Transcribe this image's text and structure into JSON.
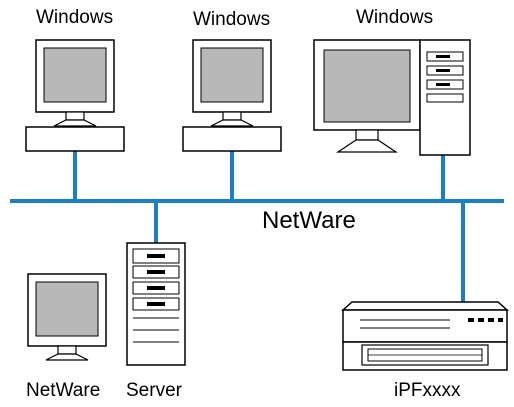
{
  "labels": {
    "ws1": "Windows",
    "ws2": "Windows",
    "ws3": "Windows",
    "network": "NetWare",
    "netware_client": "NetWare",
    "server": "Server",
    "printer": "iPFxxxx"
  },
  "colors": {
    "network_line": "#1a7fc4",
    "screen": "#b8b8b8",
    "outline": "#000000",
    "body": "#ffffff"
  }
}
